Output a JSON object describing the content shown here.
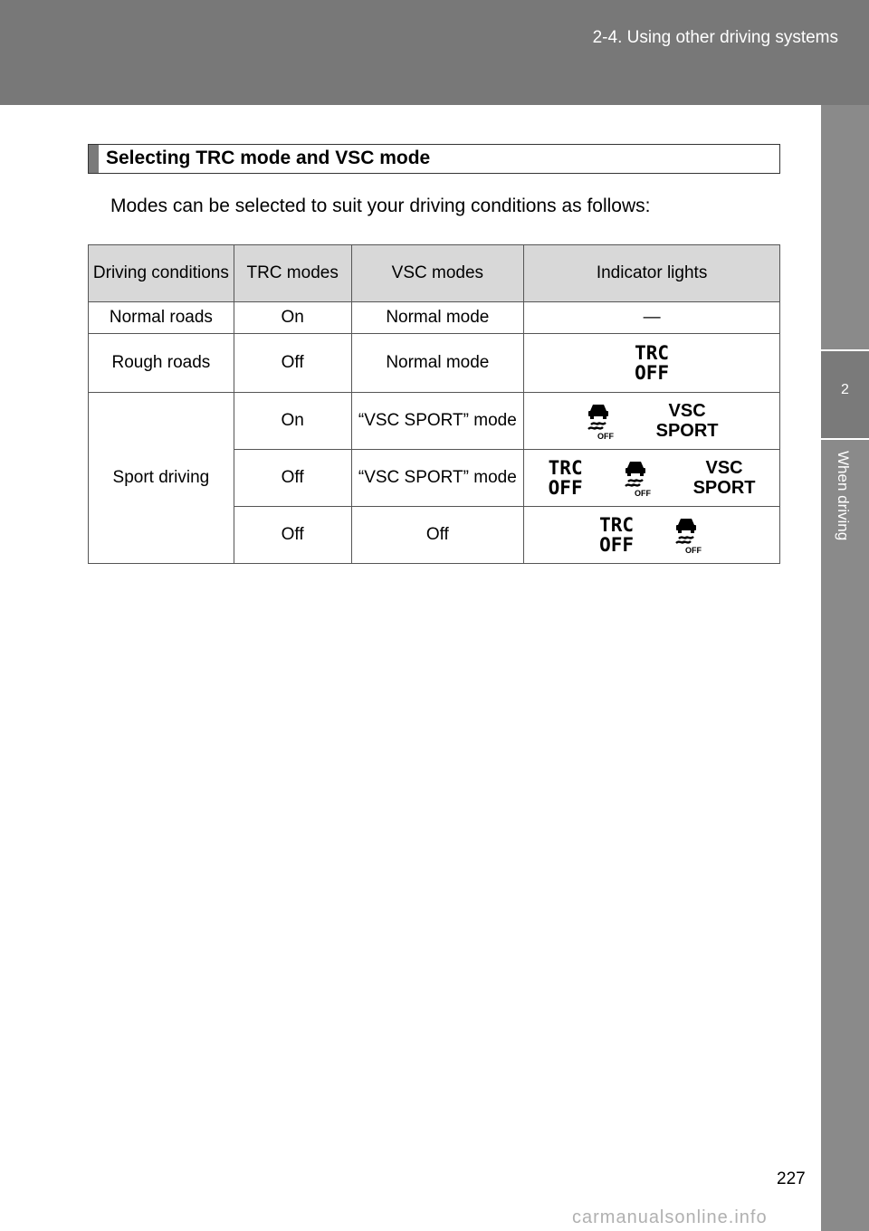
{
  "header": {
    "title": "2-4. Using other driving systems"
  },
  "side_tab": {
    "number": "2",
    "label": "When driving"
  },
  "section": {
    "title": "Selecting TRC mode and VSC mode",
    "intro": "Modes can be selected to suit your driving conditions as follows:"
  },
  "table": {
    "headers": [
      "Driving conditions",
      "TRC modes",
      "VSC modes",
      "Indicator lights"
    ],
    "rows": [
      {
        "condition": "Normal roads",
        "trc": "On",
        "vsc": "Normal mode",
        "indicator": "—"
      },
      {
        "condition": "Rough roads",
        "trc": "Off",
        "vsc": "Normal mode"
      },
      {
        "condition": "Sport driving",
        "trc": "On",
        "vsc": "“VSC SPORT” mode"
      },
      {
        "trc": "Off",
        "vsc": "“VSC SPORT” mode"
      },
      {
        "trc": "Off",
        "vsc": "Off"
      }
    ]
  },
  "icons": {
    "trc_off_line1": "TRC",
    "trc_off_line2": "OFF",
    "vsc_line1": "VSC",
    "vsc_line2": "SPORT",
    "slip_off_text": "OFF"
  },
  "page_number": "227",
  "footer": "carmanualsonline.info"
}
